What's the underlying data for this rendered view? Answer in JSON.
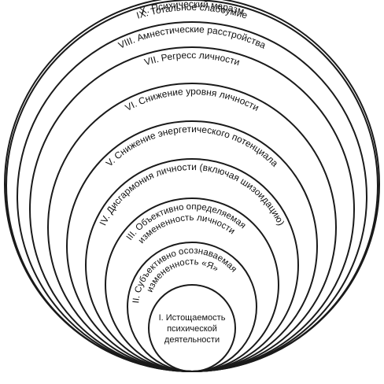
{
  "levels": [
    {
      "numeral": "I",
      "lines": [
        "I. Истощаемость",
        "психической",
        "деятельности"
      ]
    },
    {
      "numeral": "II",
      "lines": [
        "II. Субъективно осознаваемая",
        "измененность «Я»"
      ]
    },
    {
      "numeral": "III",
      "lines": [
        "III. Объективно определяемая",
        "измененность личности"
      ]
    },
    {
      "numeral": "IV",
      "lines": [
        "IV. Дисгармония личности (включая шизоидацию)"
      ]
    },
    {
      "numeral": "V",
      "lines": [
        "V. Снижение энергетического потенциала"
      ]
    },
    {
      "numeral": "VI",
      "lines": [
        "VI. Снижение уровня личности"
      ]
    },
    {
      "numeral": "VII",
      "lines": [
        "VII. Регресс личности"
      ]
    },
    {
      "numeral": "VIII",
      "lines": [
        "VIII. Амнестические расстройства"
      ]
    },
    {
      "numeral": "IX",
      "lines": [
        "IX. Тотальное слабоумие"
      ]
    },
    {
      "numeral": "X",
      "lines": [
        "X. Психический маразм"
      ]
    }
  ]
}
